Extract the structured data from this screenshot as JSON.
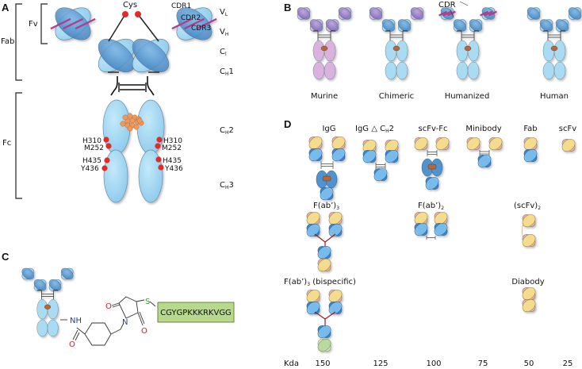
{
  "figure": {
    "panels": {
      "a": {
        "letter": "A",
        "brackets": {
          "fab": "Fab",
          "fv": "Fv",
          "fc": "Fc"
        },
        "cys_label": "Cys",
        "cdr_labels": [
          "CDR1",
          "CDR2",
          "CDR3"
        ],
        "domain_labels": [
          {
            "main": "V",
            "sub": "L",
            "suffix": ""
          },
          {
            "main": "V",
            "sub": "H",
            "suffix": ""
          },
          {
            "main": "C",
            "sub": "l",
            "suffix": ""
          },
          {
            "main": "C",
            "sub": "H",
            "suffix": "1"
          },
          {
            "main": "C",
            "sub": "H",
            "suffix": "2"
          },
          {
            "main": "C",
            "sub": "H",
            "suffix": "3"
          }
        ],
        "residues_left": [
          "H310",
          "M252",
          "H435",
          "Y436"
        ],
        "residues_right": [
          "H310",
          "M252",
          "H435",
          "Y436"
        ]
      },
      "b": {
        "letter": "B",
        "cdr_label": "CDR",
        "types": [
          "Murine",
          "Chimeric",
          "Humanized",
          "Human"
        ]
      },
      "c": {
        "letter": "C",
        "peptide": "CGYGPKKKRKVGG",
        "atoms": {
          "nh": "NH",
          "n": "N",
          "o1": "O",
          "o2": "O",
          "o3": "O",
          "s": "S"
        }
      },
      "d": {
        "letter": "D",
        "formats_row1": [
          "IgG",
          "IgG △ C",
          "scFv-Fc",
          "Minibody",
          "Fab",
          "scFv"
        ],
        "igg_dch2_sub": "H",
        "igg_dch2_suffix": "2",
        "formats_row2": [
          {
            "main": "F(ab’)",
            "sub": "3",
            "suffix": ""
          },
          {
            "main": "F(ab’)",
            "sub": "2",
            "suffix": ""
          },
          {
            "main": "(scFv)",
            "sub": "2",
            "suffix": ""
          }
        ],
        "formats_row3": [
          {
            "main": "F(ab’)",
            "sub": "3",
            "suffix": " (bispecific)"
          },
          {
            "main": "Diabody",
            "sub": "",
            "suffix": ""
          }
        ],
        "kda_label": "Kda",
        "kda_values": [
          "150",
          "125",
          "100",
          "75",
          "50",
          "25"
        ]
      }
    },
    "colors": {
      "human_light": "#a9dcf3",
      "human_dark": "#4f93cf",
      "murine_light": "#d9b3dd",
      "murine_dark": "#8f74c2",
      "cdr_stripe": "#b03a8a",
      "red_residue": "#e02b2b",
      "glycan": "#ec9a5f",
      "peptide_box": "#b7d98b",
      "vh_yellow": "#f4dc8c",
      "vl_pink": "#eab3a4",
      "green_domain": "#b8d9a0",
      "linker_red": "#9b1c1c"
    }
  }
}
